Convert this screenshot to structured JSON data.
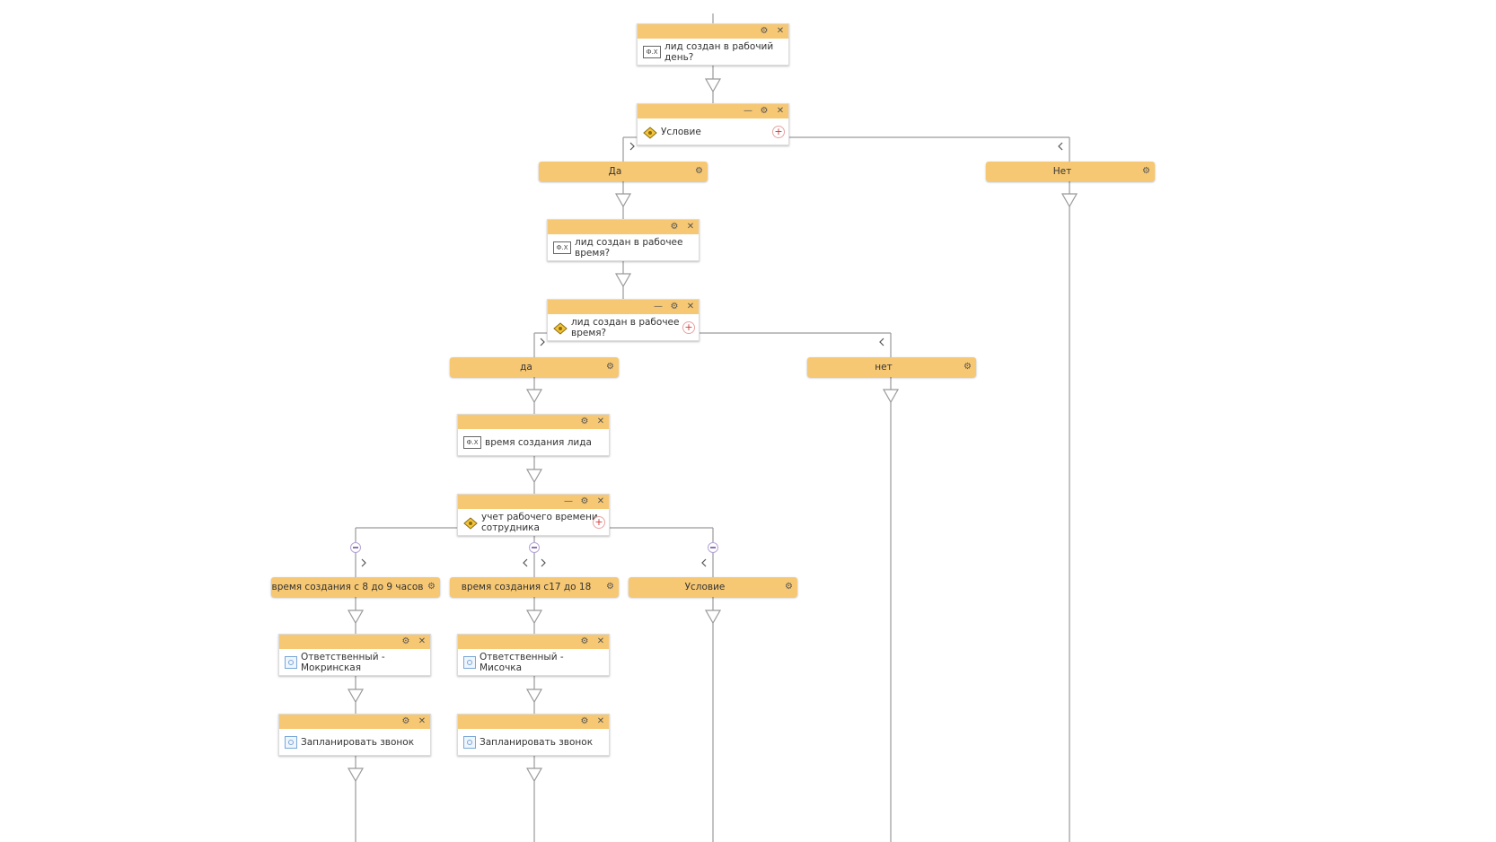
{
  "diagram": {
    "nodes": {
      "b1": {
        "text": "лид создан в рабочий день?",
        "icon": "form-icon",
        "icon_text": "Ф.Х"
      },
      "c1": {
        "text": "Условие",
        "icon": "condition-icon"
      },
      "br_yes1": {
        "label": "Да"
      },
      "br_no1": {
        "label": "Нет"
      },
      "b2": {
        "text": "лид создан в рабочее время?",
        "icon": "form-icon",
        "icon_text": "Ф.Х"
      },
      "c2": {
        "text": "лид создан в рабочее время?",
        "icon": "condition-icon"
      },
      "br_yes2": {
        "label": "да"
      },
      "br_no2": {
        "label": "нет"
      },
      "b3": {
        "text": "время создания лида",
        "icon": "form-icon",
        "icon_text": "Ф.Х"
      },
      "c3": {
        "text": "учет рабочего времени сотрудника",
        "icon": "condition-icon"
      },
      "br_a": {
        "label": "время создания с 8 до 9 часов"
      },
      "br_b": {
        "label": "время создания с17 до 18"
      },
      "br_c": {
        "label": "Условие"
      },
      "b4": {
        "text": "Ответственный - Мокринская",
        "icon": "action-icon"
      },
      "b5": {
        "text": "Ответственный - Мисочка",
        "icon": "action-icon"
      },
      "b6": {
        "text": "Запланировать звонок",
        "icon": "action-icon"
      },
      "b7": {
        "text": "Запланировать звонок",
        "icon": "action-icon"
      }
    },
    "controls": {
      "gear": "⚙",
      "close": "✕",
      "minimize": "—",
      "add": "+"
    },
    "colors": {
      "header": "#f7c873",
      "wire": "#9a9a9a",
      "arrow_fill": "#ffffff"
    }
  }
}
